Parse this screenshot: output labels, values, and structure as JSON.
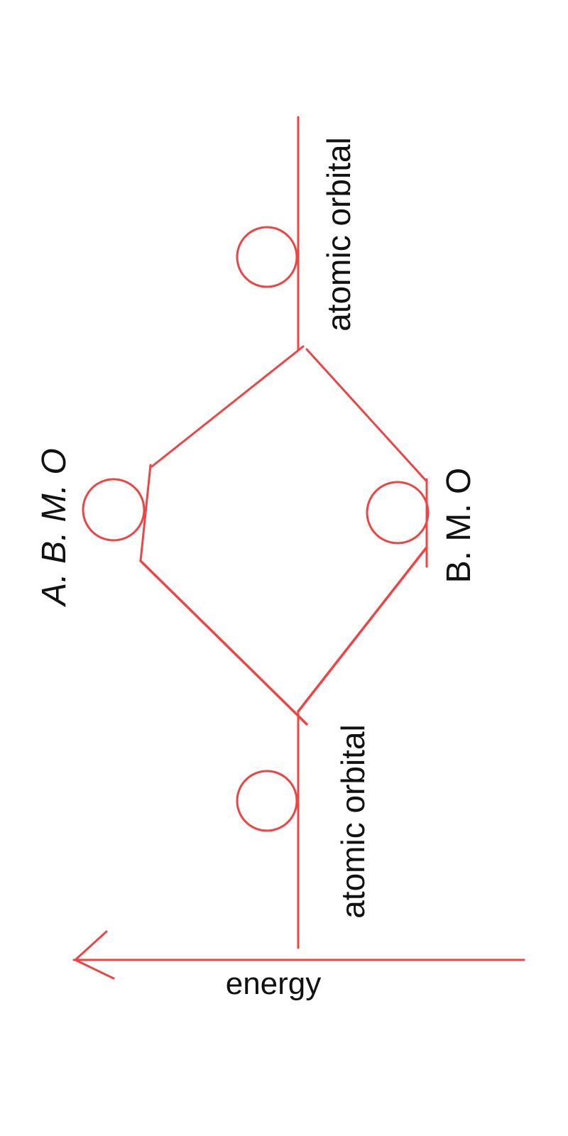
{
  "colors": {
    "line": "#ee4444",
    "text": "#111111",
    "background": "#ffffff"
  },
  "labels": {
    "energy_axis": "energy",
    "atomic_orbital_top": "atomic orbital",
    "atomic_orbital_bottom": "atomic orbital",
    "antibonding": "A. B. M. O",
    "bonding": "B. M. O"
  },
  "icons": {
    "orbital": "circle-outline",
    "axis_arrow": "arrow-left"
  }
}
